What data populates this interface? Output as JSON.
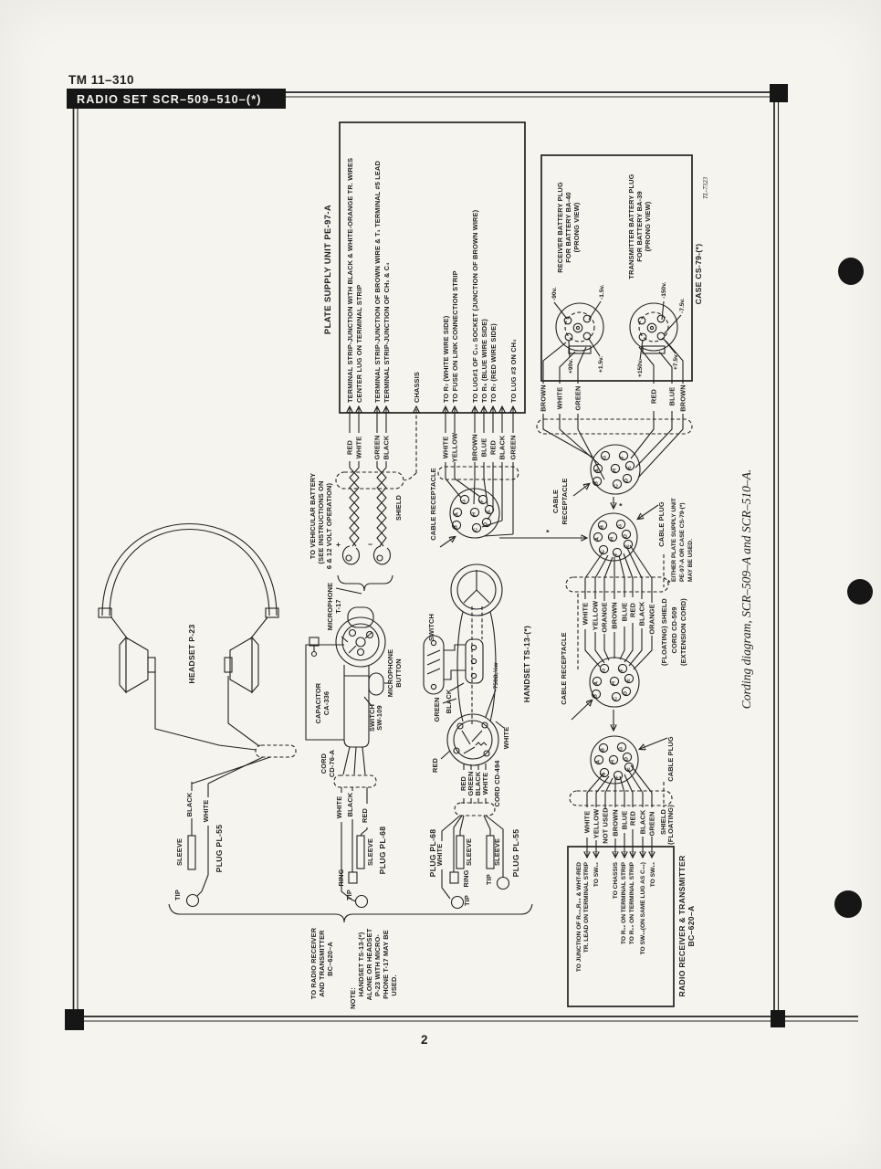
{
  "page": {
    "tm": "TM 11–310",
    "banner": "RADIO SET SCR–509–510–(*)",
    "page_num": "2",
    "caption": "Cording diagram, SCR–509–A and SCR–510–A.",
    "plate_no": "TL-7323"
  },
  "misc": {
    "star": "*"
  },
  "pins": {
    "a": "A",
    "b": "B",
    "c": "C",
    "d": "D",
    "e": "E",
    "f": "F",
    "g": "G",
    "h": "H"
  },
  "psu": {
    "title": "PLATE SUPPLY UNIT PE-97-A",
    "terminals": [
      "TERMINAL STRIP-JUNCTION WITH BLACK & WHITE-ORANGE TR. WIRES",
      "CENTER LUG ON TERMINAL STRIP",
      "TERMINAL STRIP-JUNCTION OF BROWN WIRE & T₁ TERMINAL #5 LEAD",
      "TERMINAL STRIP-JUNCTION OF CH₁ & C₄",
      "CHASSIS",
      "TO R₇ (WHITE WIRE SIDE)",
      "TO FUSE ON LINK CONNECTION STRIP",
      "TO LUG#1 OF C₁₀ SOCKET (JUNCTION OF BROWN WIRE)",
      "TO R₆ (BLUE WIRE SIDE)",
      "TO R₇ (RED WIRE SIDE)",
      "TO LUG #3 ON CH₃"
    ]
  },
  "batt": {
    "wires": [
      "RED",
      "WHITE",
      "GREEN",
      "BLACK"
    ],
    "shield": "SHIELD",
    "plus": "+",
    "minus": "−",
    "note": [
      "TO VEHICULAR BATTERY",
      "(SEE INSTRUCTIONS ON",
      "6 & 12 VOLT OPERATION)"
    ]
  },
  "cord1": {
    "label": "CABLE RECEPTACLE",
    "wires": [
      "WHITE",
      "YELLOW",
      "BROWN",
      "BLUE",
      "RED",
      "BLACK",
      "GREEN"
    ]
  },
  "conn2": {
    "w1": "CABLE",
    "w2": "RECEPTACLE"
  },
  "plug1": {
    "label": "CABLE PLUG",
    "note": [
      "EITHER PLATE SUPPLY UNIT",
      "PE-97-A  OR CASE CS-79-(*)",
      "MAY BE USED."
    ]
  },
  "case": {
    "title": "CASE CS-79-(*)",
    "rx_plug": [
      "RECEIVER BATTERY PLUG",
      "FOR BATTERY BA-40",
      "(PRONG VIEW)"
    ],
    "tx_plug": [
      "TRANSMITTER BATTERY PLUG",
      "FOR BATTERY BA-39",
      "(PRONG VIEW)"
    ],
    "rx_v": [
      "-90v.",
      "-1.5v.",
      "+90v.",
      "+1.5v."
    ],
    "tx_v": [
      "-150v.",
      "-7.5v.",
      "+150v.",
      "+7.5v."
    ],
    "wires_l": [
      "BROWN",
      "WHITE",
      "GREEN"
    ],
    "wires_r": [
      "RED",
      "BLUE",
      "BROWN"
    ]
  },
  "cord509": {
    "wires": [
      "WHITE",
      "YELLOW",
      "ORANGE",
      "BROWN",
      "BLUE",
      "RED",
      "BLACK",
      "ORANGE"
    ],
    "shield": "(FLOATING) SHIELD",
    "name": "CORD CD-509",
    "name2": "(EXTENSION CORD)"
  },
  "conn3": {
    "label": "CABLE RECEPTACLE"
  },
  "plug2": {
    "label": "CABLE PLUG"
  },
  "radio": {
    "wires": [
      "WHITE",
      "YELLOW",
      "NOT USED",
      "BROWN",
      "BLUE",
      "RED",
      "BLACK",
      "GREEN"
    ],
    "shield1": "SHIELD",
    "shield2": "(FLOATING)",
    "dest": [
      "TO JUNCTION OF R₃₂,R₃₄ & WHT-RED",
      "TR. LEAD ON TERMINAL STRIP",
      "TO SW₁₂",
      "TO CHASSIS",
      "TO R₁₂ ON TERMINAL STRIP",
      "TO R₁₃ ON TERMINAL STRIP",
      "TO SW₁₂(ON SAME LUG AS C₃₂)",
      "TO SW₁₃"
    ],
    "name1": "RADIO RECEIVER & TRANSMITTER",
    "name2": "BC–620–A"
  },
  "handset": {
    "name": "HANDSET TS-13-(*)",
    "switch": "SWITCH",
    "resistor": "750Ω,½w",
    "wires": [
      "GREEN",
      "BLACK",
      "RED",
      "WHITE"
    ],
    "cord_wires": [
      "RED",
      "GREEN",
      "BLACK",
      "WHITE"
    ],
    "cord": "CORD CD-494"
  },
  "mic": {
    "name1": "MICROPHONE",
    "name2": "T-17",
    "button1": "MICROPHONE",
    "button2": "BUTTON",
    "cap1": "CAPACITOR",
    "cap2": "CA-336",
    "sw1": "SWITCH",
    "sw2": "SW-109",
    "cord1": "CORD",
    "cord2": "CD-76-A"
  },
  "headset": {
    "name": "HEADSET P-23"
  },
  "plugs": {
    "pl55": "PLUG PL-55",
    "pl68": "PLUG PL-68",
    "tip": "TIP",
    "ring": "RING",
    "sleeve": "SLEEVE",
    "left55_wires": [
      "BLACK",
      "WHITE"
    ],
    "left68_wires": [
      "WHITE",
      "BLACK",
      "RED"
    ],
    "mid68_wire": "WHITE",
    "to_radio": [
      "TO RADIO RECEIVER",
      "AND TRANSMITTER",
      "BC–620–A"
    ],
    "note": [
      "NOTE:",
      "HANDSET TS-13-(*)",
      "ALONE OR HEADSET",
      "P-23 WITH MICRO-",
      "PHONE T-17 MAY BE",
      "USED."
    ]
  }
}
